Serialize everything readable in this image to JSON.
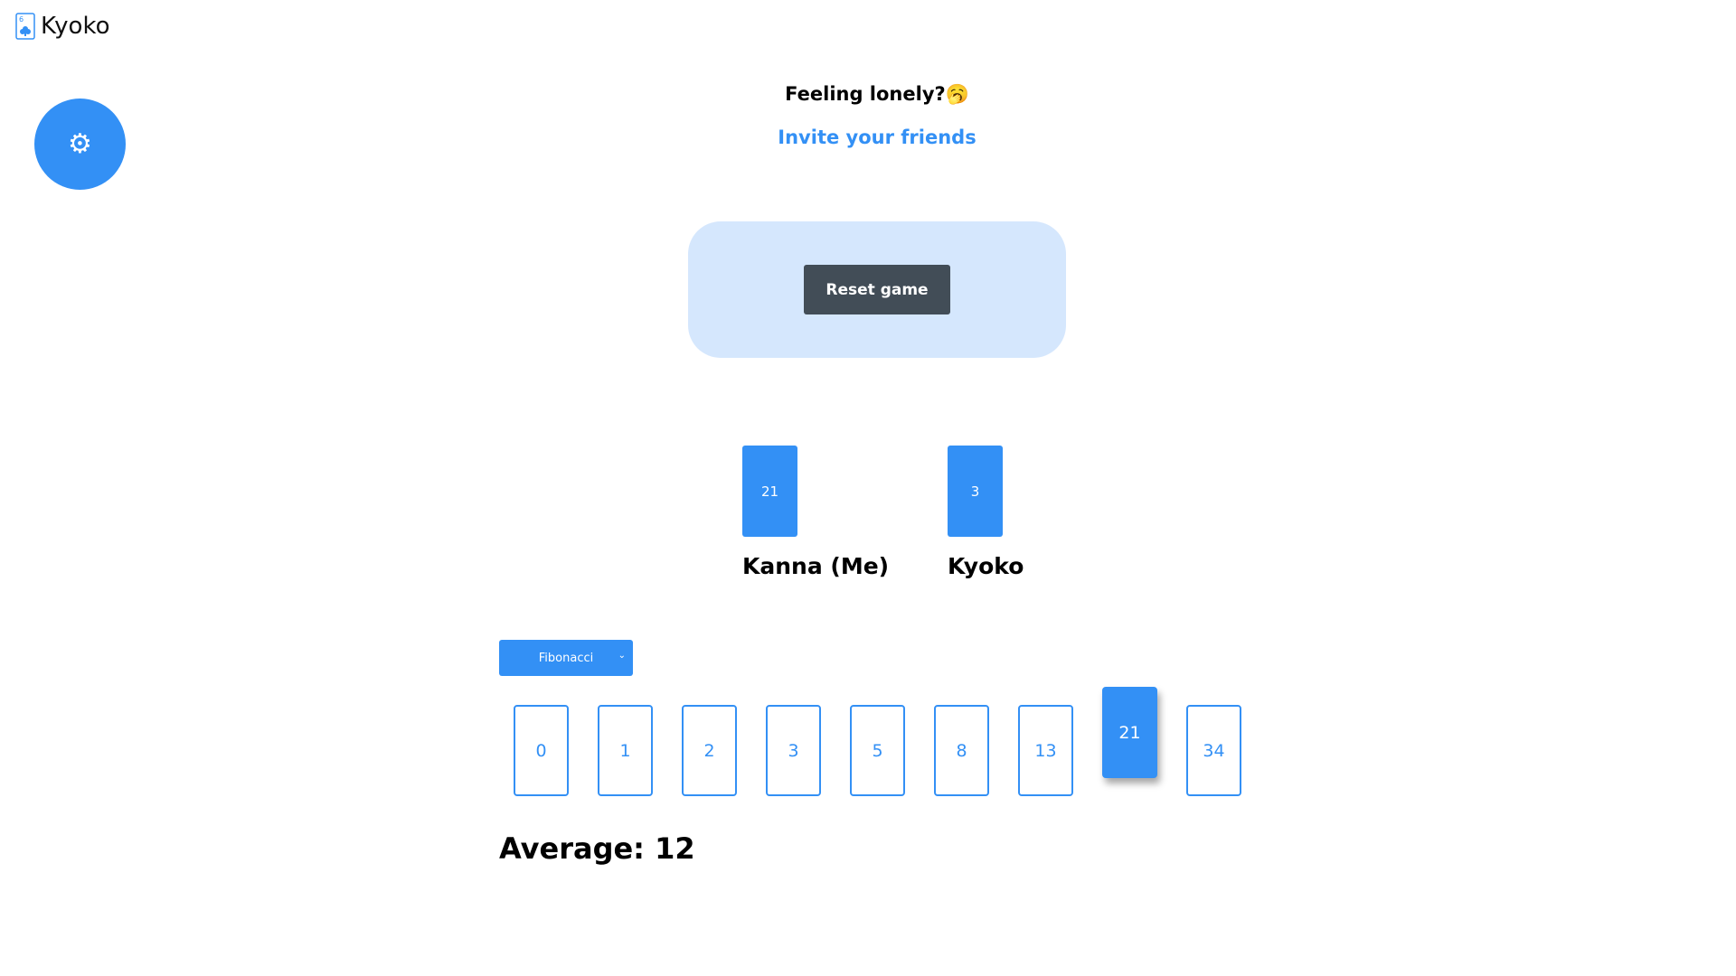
{
  "header": {
    "app_title": "Kyoko",
    "logo_icon": "playing-card-icon"
  },
  "settings": {
    "icon": "gear-icon",
    "glyph": "⚙"
  },
  "invite": {
    "lonely_text": "Feeling lonely?🥱",
    "link_text": "Invite your friends"
  },
  "table": {
    "reset_label": "Reset game"
  },
  "players": [
    {
      "name": "Kanna (Me)",
      "card": "21"
    },
    {
      "name": "Kyoko",
      "card": "3"
    }
  ],
  "deck": {
    "selected": "Fibonacci",
    "cards": [
      "0",
      "1",
      "2",
      "3",
      "5",
      "8",
      "13",
      "21",
      "34"
    ],
    "selected_card": "21"
  },
  "result": {
    "average_text": "Average: 12"
  },
  "colors": {
    "accent": "#3390f5",
    "table_bg": "#d5e7fd",
    "reset_bg": "#424d57"
  }
}
